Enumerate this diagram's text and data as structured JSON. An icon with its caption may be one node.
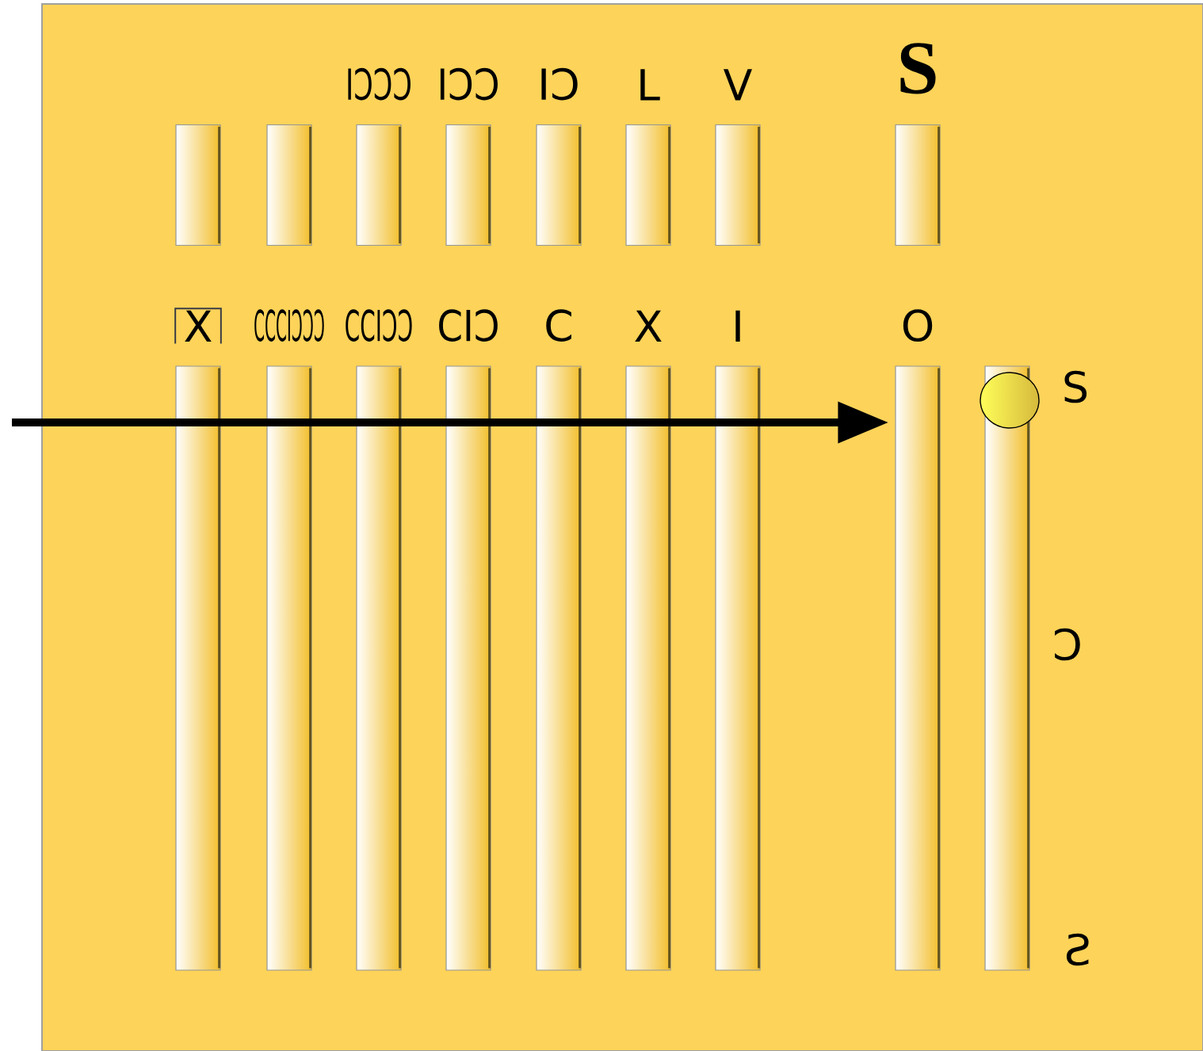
{
  "diagram": {
    "nodes": [
      {
        "text": [],
        "shape": "box"
      },
      {
        "text": [],
        "shape": "box"
      },
      {
        "text": [
          "IↃↃↃ"
        ]
      },
      {
        "text": [
          "IↃↃ"
        ]
      },
      {
        "text": [
          "IↃ"
        ]
      },
      {
        "text": [
          "L"
        ]
      },
      {
        "text": [
          "V"
        ]
      },
      {
        "text": [
          "S"
        ]
      },
      {
        "text": [
          "X"
        ]
      },
      {
        "text": [
          "CCCIↃↃↃ"
        ]
      },
      {
        "text": [
          "CCIↃↃ"
        ]
      },
      {
        "text": [
          "CIↃ"
        ]
      },
      {
        "text": [
          "C"
        ]
      },
      {
        "text": [
          "X"
        ]
      },
      {
        "text": [
          "I"
        ]
      },
      {
        "text": [
          "O"
        ]
      },
      {
        "text": [],
        "shape": "box",
        "beside": [
          "S",
          "Ↄ",
          "Ƨ"
        ]
      }
    ],
    "edges": [
      {
        "from": null,
        "to": 15,
        "arrow": "to"
      }
    ]
  }
}
